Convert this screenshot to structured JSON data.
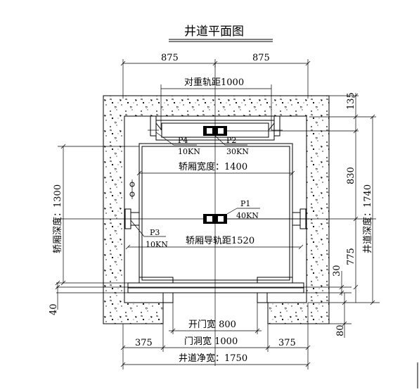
{
  "title": "井道平面图",
  "labels": {
    "top_left_dim": "875",
    "top_right_dim": "875",
    "counterweight_rail": "对重轨距1000",
    "dim_135": "135",
    "p4": "P4",
    "p4_load": "10KN",
    "p2": "P2",
    "p2_load": "30KN",
    "car_width": "轿厢宽度：1400",
    "dim_830": "830",
    "shaft_depth": "井道深度：1740",
    "car_depth": "轿厢深度：1300",
    "p1": "P1",
    "p1_load": "40KN",
    "p3": "P3",
    "p3_load": "10KN",
    "car_guide_rail": "轿厢导轨距1520",
    "dim_775": "775",
    "dim_30": "30",
    "dim_40": "40",
    "dim_80": "80",
    "door_opening": "开门宽 800",
    "door_hole": "门洞宽 1000",
    "bottom_left_dim": "375",
    "bottom_right_dim": "375",
    "shaft_width": "井道净宽：1750"
  }
}
